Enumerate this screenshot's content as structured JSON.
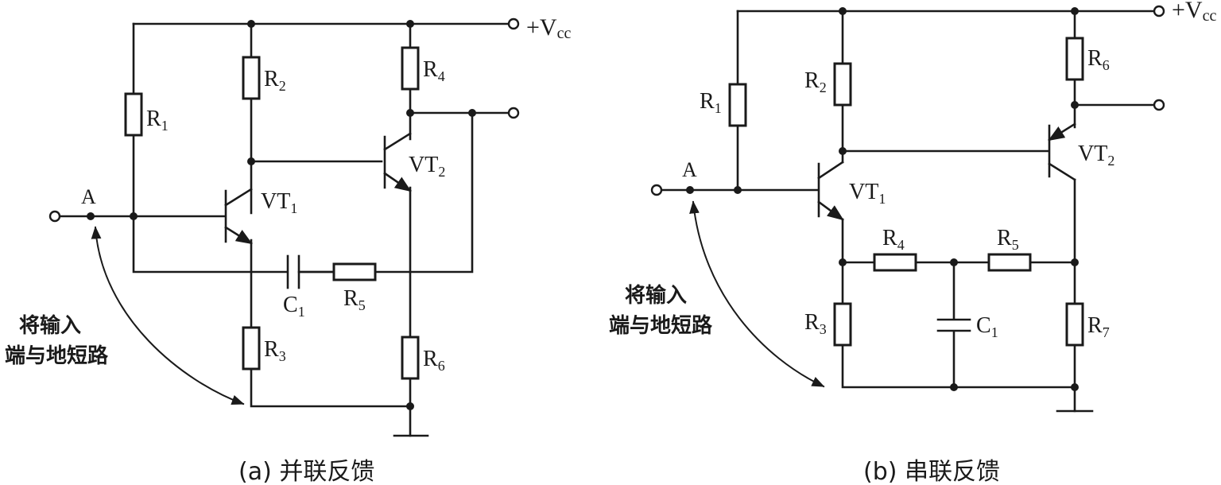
{
  "circuit_a": {
    "caption": "(a)  并联反馈",
    "vcc": "+V",
    "vcc_sub": "cc",
    "node_a": "A",
    "hint_line1": "将输入",
    "hint_line2": "端与地短路",
    "r1": "R",
    "r1_sub": "1",
    "r2": "R",
    "r2_sub": "2",
    "r3": "R",
    "r3_sub": "3",
    "r4": "R",
    "r4_sub": "4",
    "r5": "R",
    "r5_sub": "5",
    "r6": "R",
    "r6_sub": "6",
    "c1": "C",
    "c1_sub": "1",
    "vt1": "VT",
    "vt1_sub": "1",
    "vt2": "VT",
    "vt2_sub": "2"
  },
  "circuit_b": {
    "caption": "(b)  串联反馈",
    "vcc": "+V",
    "vcc_sub": "cc",
    "node_a": "A",
    "hint_line1": "将输入",
    "hint_line2": "端与地短路",
    "r1": "R",
    "r1_sub": "1",
    "r2": "R",
    "r2_sub": "2",
    "r3": "R",
    "r3_sub": "3",
    "r4": "R",
    "r4_sub": "4",
    "r5": "R",
    "r5_sub": "5",
    "r6": "R",
    "r6_sub": "6",
    "r7": "R",
    "r7_sub": "7",
    "c1": "C",
    "c1_sub": "1",
    "vt1": "VT",
    "vt1_sub": "1",
    "vt2": "VT",
    "vt2_sub": "2"
  }
}
